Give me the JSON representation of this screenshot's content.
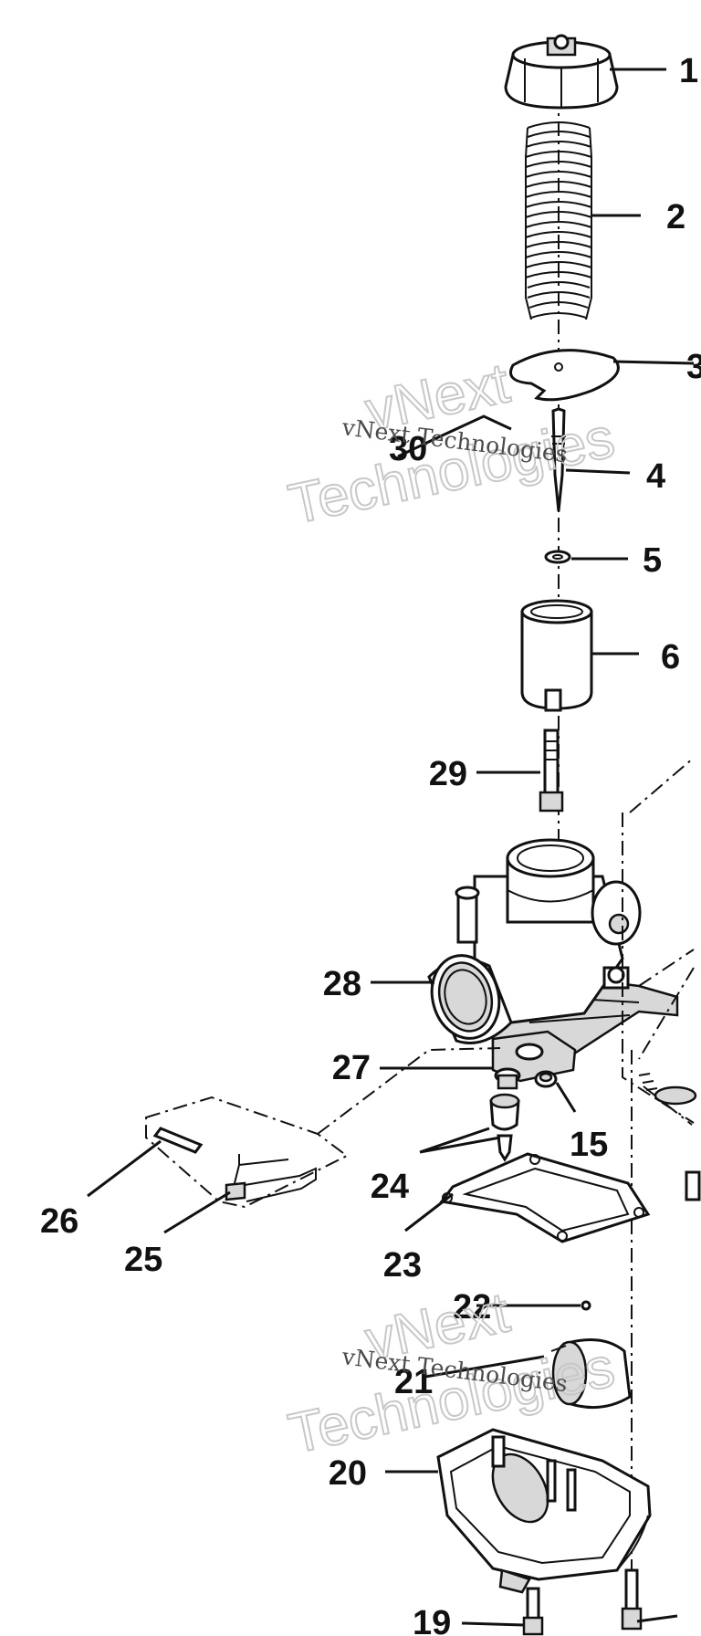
{
  "diagram": {
    "part_numbers": {
      "p1": "1",
      "p2": "2",
      "p3": "3",
      "p4": "4",
      "p5": "5",
      "p6": "6",
      "p15": "15",
      "p19": "19",
      "p20": "20",
      "p21": "21",
      "p22": "22",
      "p23": "23",
      "p24": "24",
      "p25": "25",
      "p26": "26",
      "p27": "27",
      "p28": "28",
      "p29": "29",
      "p30": "30"
    },
    "watermark": {
      "line1": "vNext",
      "line2": "Technologies",
      "small": "vNext Technologies"
    },
    "colors": {
      "ink": "#111111",
      "watermark": "#c8c8c8",
      "background": "#ffffff"
    }
  }
}
